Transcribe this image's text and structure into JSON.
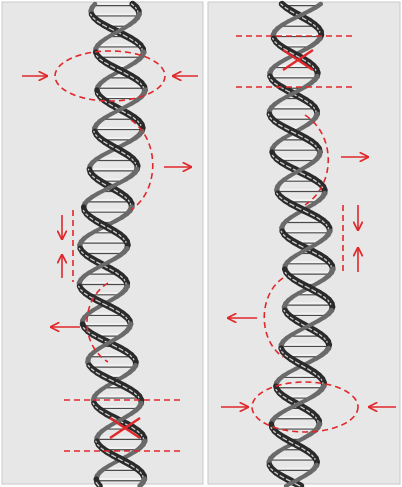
{
  "figure": {
    "panels": [
      {
        "name": "left-panel",
        "background": "#e7e7e7",
        "annotations": [
          {
            "kind": "ellipse",
            "label": "compression-ellipse"
          },
          {
            "kind": "arrow-pair-inward",
            "label": "inward-arrows"
          },
          {
            "kind": "arc-right",
            "label": "bulge-arc-right"
          },
          {
            "kind": "arrow",
            "direction": "right",
            "label": "arrow-right"
          },
          {
            "kind": "double-arrow-vertical",
            "direction": "down-up",
            "label": "vertical-arrows"
          },
          {
            "kind": "arc-left",
            "label": "bulge-arc-left"
          },
          {
            "kind": "arrow",
            "direction": "left",
            "label": "arrow-left"
          },
          {
            "kind": "cross-with-lines",
            "label": "crossover-x"
          }
        ]
      },
      {
        "name": "right-panel",
        "background": "#e7e7e7",
        "annotations": [
          {
            "kind": "cross-with-lines",
            "label": "crossover-x"
          },
          {
            "kind": "arc-right",
            "label": "bulge-arc-right"
          },
          {
            "kind": "arrow",
            "direction": "right",
            "label": "arrow-right"
          },
          {
            "kind": "double-arrow-vertical",
            "direction": "down-up",
            "label": "vertical-arrows"
          },
          {
            "kind": "arc-left",
            "label": "bulge-arc-left"
          },
          {
            "kind": "arrow",
            "direction": "left",
            "label": "arrow-left"
          },
          {
            "kind": "ellipse",
            "label": "compression-ellipse"
          },
          {
            "kind": "arrow-pair-inward",
            "label": "inward-arrows"
          }
        ]
      }
    ],
    "colors": {
      "annotation": "#e0282b",
      "helix_dark": "#2a2a2a",
      "helix_mid": "#6a6a6a",
      "helix_light": "#cfcfcf",
      "panel_border": "#c9c9c9"
    },
    "icons": [
      "dna-helix",
      "arrow",
      "dashed-ellipse",
      "dashed-arc",
      "x-mark"
    ]
  }
}
